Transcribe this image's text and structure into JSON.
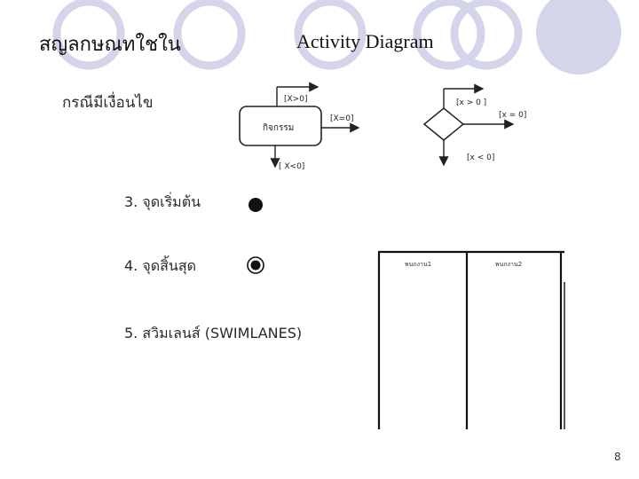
{
  "slide": {
    "title_thai": "สญลกษณทใชใน",
    "title": "Activity Diagram",
    "page_number": "8",
    "decoration_color": "#d4d4ea"
  },
  "content": {
    "heading": "กรณีมีเงื่อนไข",
    "items": [
      {
        "label": "3. จุดเริ่มต้น",
        "symbol": "filled-circle-icon"
      },
      {
        "label": "4. จุดสิ้นสุด",
        "symbol": "bullseye-icon"
      },
      {
        "label": "5. สวิมเลนส์ (SWIMLANES)",
        "symbol": "swimlanes"
      }
    ]
  },
  "activity_diagram": {
    "activity_label": "กิจกรรม",
    "guard_top": "[X>0]",
    "guard_right": "[X=0]",
    "guard_bottom": "[ X<0]"
  },
  "decision_diagram": {
    "guard_top": "[x > 0 ]",
    "guard_right": "[x = 0]",
    "guard_bottom": "[x < 0]"
  },
  "swimlanes": {
    "lane1_label": "พนกงาน1",
    "lane2_label": "พนกงาน2"
  }
}
